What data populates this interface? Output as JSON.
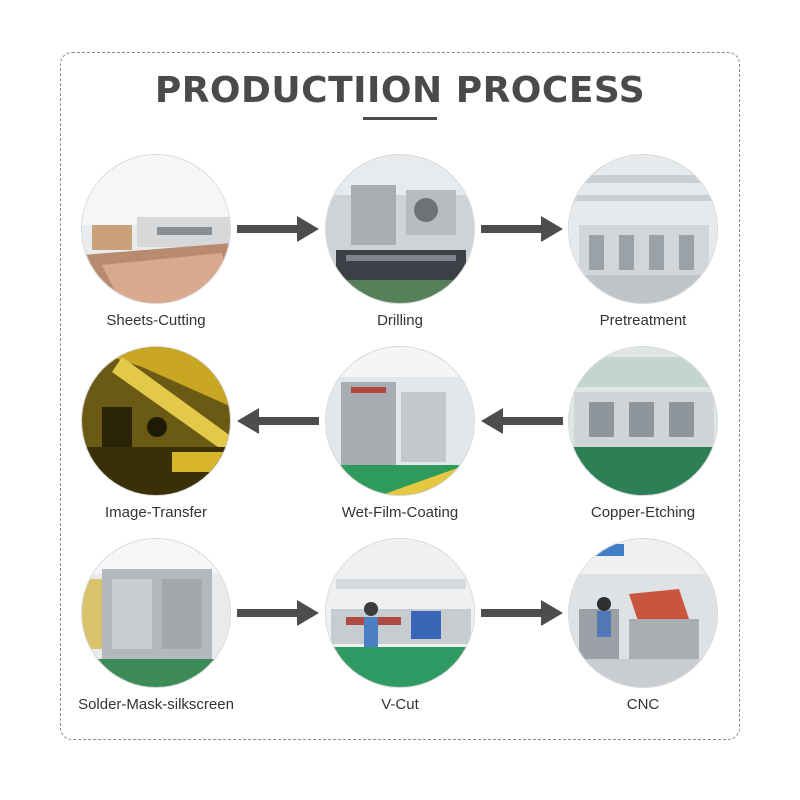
{
  "title": {
    "prefix": "PRODUCTI",
    "underlined": "ION",
    "suffix": " PROCESS",
    "color": "#4a4a4a"
  },
  "arrow_color": "#4d4d4d",
  "steps": [
    {
      "label": "Sheets-Cutting",
      "scene": "cutting"
    },
    {
      "label": "Drilling",
      "scene": "drilling"
    },
    {
      "label": "Pretreatment",
      "scene": "pretreat"
    },
    {
      "label": "Image-Transfer",
      "scene": "yellow"
    },
    {
      "label": "Wet-Film-Coating",
      "scene": "wetfilm"
    },
    {
      "label": "Copper-Etching",
      "scene": "etching"
    },
    {
      "label": "Solder-Mask-silkscreen",
      "scene": "solder"
    },
    {
      "label": "V-Cut",
      "scene": "vcut"
    },
    {
      "label": "CNC",
      "scene": "cnc"
    }
  ],
  "flow": [
    "right",
    "right",
    "left",
    "left",
    "right",
    "right"
  ]
}
